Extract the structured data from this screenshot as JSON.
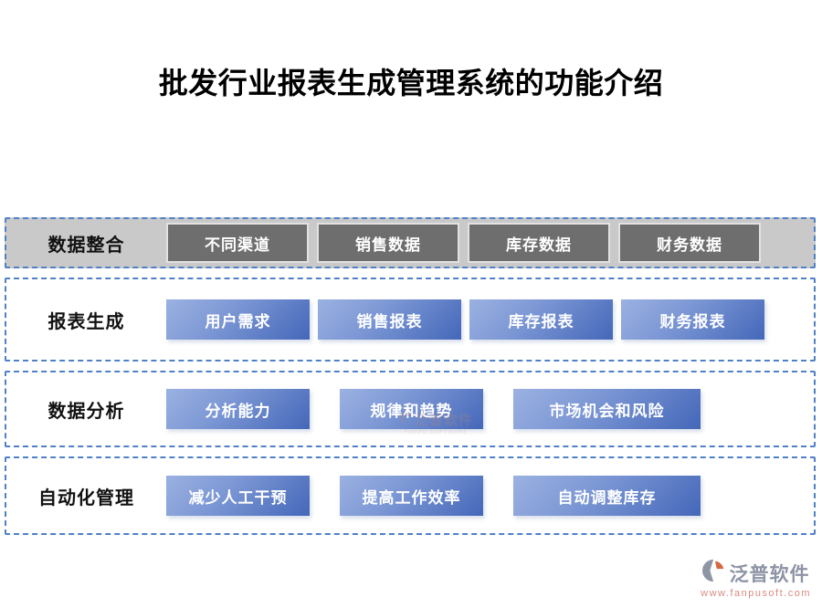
{
  "title": "批发行业报表生成管理系统的功能介绍",
  "sections": [
    {
      "label": "数据整合",
      "buttons": [
        "不同渠道",
        "销售数据",
        "库存数据",
        "财务数据"
      ]
    },
    {
      "label": "报表生成",
      "buttons": [
        "用户需求",
        "销售报表",
        "库存报表",
        "财务报表"
      ]
    },
    {
      "label": "数据分析",
      "buttons": [
        "分析能力",
        "规律和趋势",
        "市场机会和风险"
      ]
    },
    {
      "label": "自动化管理",
      "buttons": [
        "减少人工干预",
        "提高工作效率",
        "自动调整库存"
      ]
    }
  ],
  "watermark": {
    "brand": "泛普软件",
    "subtext": "FANPU SOFTWARE"
  },
  "footer": {
    "brand": "泛普软件",
    "url": "www.fanpusoft.com"
  },
  "colors": {
    "dashed_border": "#4f81c7",
    "gray_row_bg": "#c9c9c9",
    "gray_button_bg": "#6e6e6e",
    "gray_button_border": "#e2e2e2",
    "blue_button_start": "#9bb1e1",
    "blue_button_end": "#4467b9",
    "brand_text": "#8d94a5",
    "brand_url": "#db8b82",
    "logo_gray": "#8e95a4",
    "logo_orange": "#d4683f"
  }
}
